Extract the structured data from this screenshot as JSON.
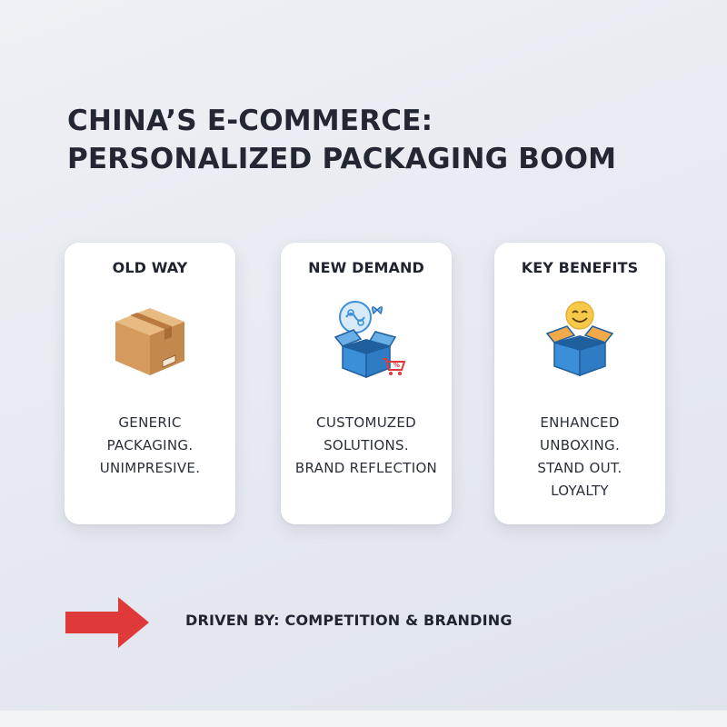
{
  "title": {
    "line1": "CHINA’S E-COMMERCE:",
    "line2": "PERSONALIZED PACKAGING BOOM"
  },
  "cards": [
    {
      "heading": "OLD WAY",
      "icon": "cardboard-box-icon",
      "lines": [
        "GENERIC",
        "PACKAGING.",
        "UNIMPRESIVE."
      ]
    },
    {
      "heading": "NEW DEMAND",
      "icon": "custom-box-with-cart-icon",
      "lines": [
        "CUSTOMUZED",
        "SOLUTIONS.",
        "BRAND REFLECTION"
      ]
    },
    {
      "heading": "KEY BENEFITS",
      "icon": "smiling-open-box-icon",
      "lines": [
        "ENHANCED",
        "UNBOXING.",
        "STAND OUT.",
        "LOYALTY"
      ]
    }
  ],
  "footer": {
    "text": "DRIVEN BY: COMPETITION & BRANDING",
    "arrow_icon": "right-arrow-icon"
  },
  "colors": {
    "arrow": "#e0393a",
    "box_kraft": "#d9a46a",
    "box_blue": "#3b8fd9",
    "smile": "#f7c948"
  }
}
